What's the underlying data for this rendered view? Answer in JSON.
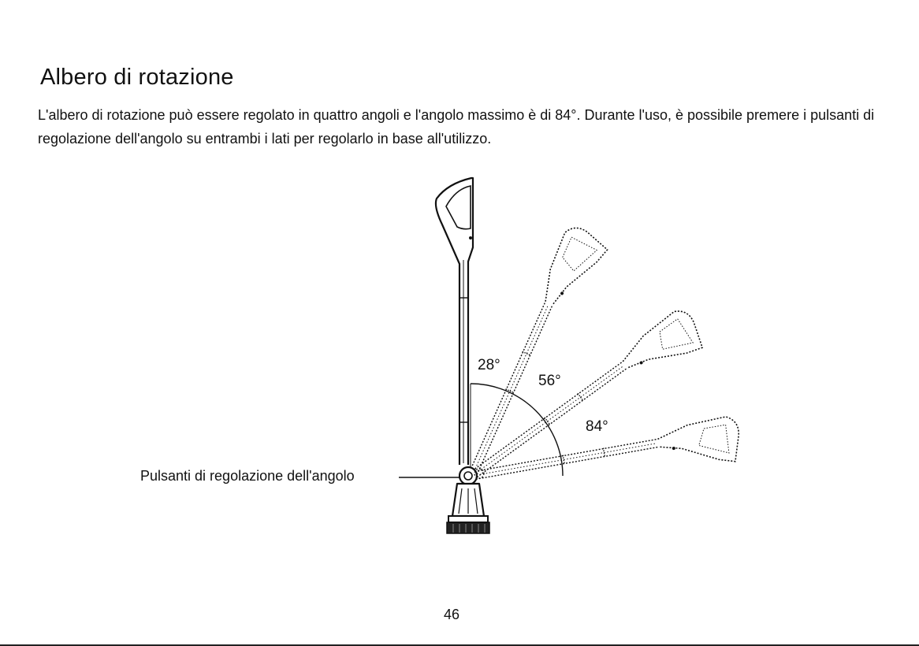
{
  "title": "Albero di rotazione",
  "intro": "L'albero di rotazione può essere regolato in quattro angoli e l'angolo massimo è di 84°. Durante l'uso, è possibile premere i pulsanti di regolazione dell'angolo su entrambi i lati per regolarlo in base all'utilizzo.",
  "diagram": {
    "callout": "Pulsanti di regolazione dell'angolo",
    "angles": [
      "28°",
      "56°",
      "84°"
    ]
  },
  "page_number": "46"
}
